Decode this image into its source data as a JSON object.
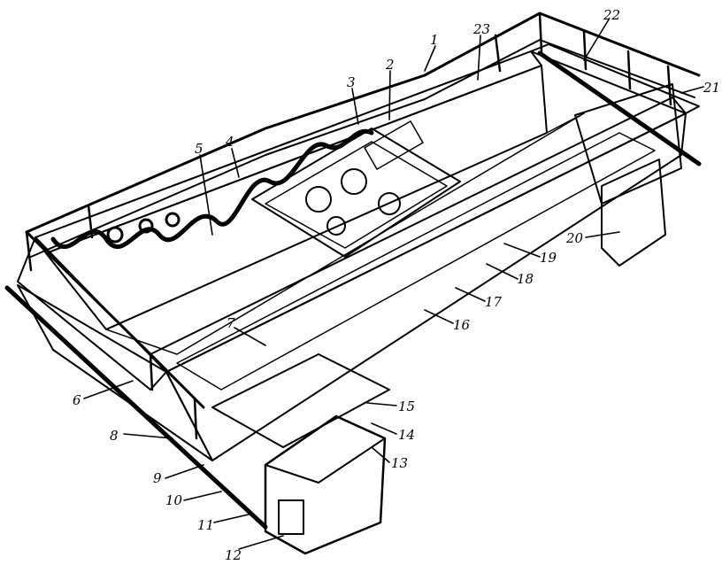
{
  "figure": {
    "callouts": [
      "1",
      "2",
      "3",
      "4",
      "5",
      "6",
      "7",
      "8",
      "9",
      "10",
      "11",
      "12",
      "13",
      "14",
      "15",
      "16",
      "17",
      "18",
      "19",
      "20",
      "21",
      "22",
      "23"
    ]
  },
  "colors": {
    "ink": "#000000",
    "paper": "#ffffff",
    "shade": "#5a5a5a"
  }
}
